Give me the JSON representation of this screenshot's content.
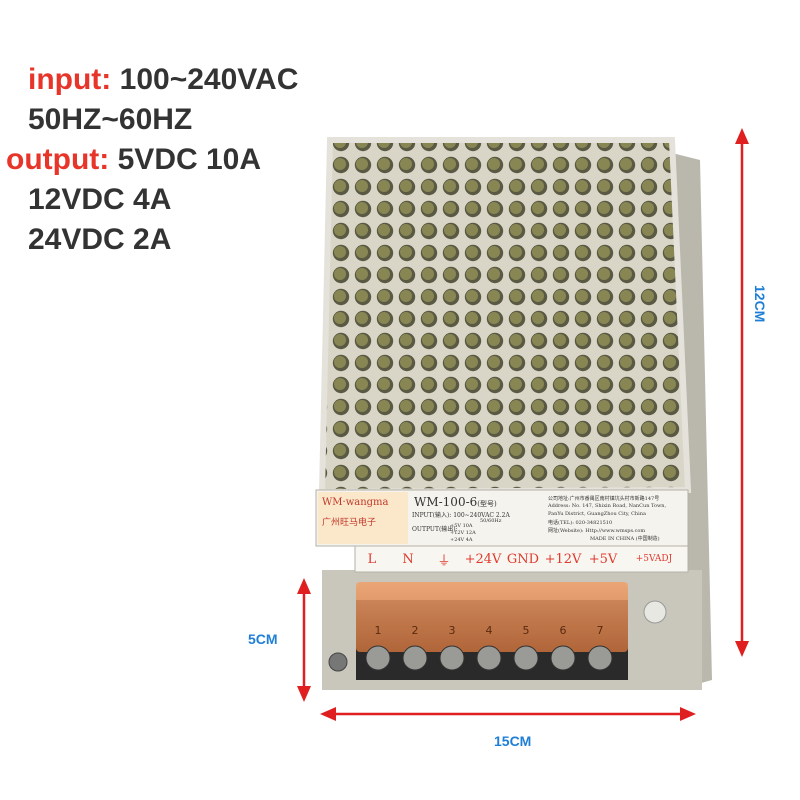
{
  "specs": {
    "input_key": "input:",
    "input_value": "100~240VAC",
    "frequency": "50HZ~60HZ",
    "output_key": "output:",
    "output_5v": "5VDC  10A",
    "output_12v": "12VDC  4A",
    "output_24v": "24VDC  2A"
  },
  "dimensions": {
    "height": "12CM",
    "depth": "5CM",
    "width": "15CM"
  },
  "label": {
    "brand": "WM·wangma",
    "brand_cn": "广州旺马电子",
    "model": "WM-100-6",
    "model_suffix": "(型号)",
    "input_line": "INPUT(输入): 100~240VAC 2.2A",
    "freq_line": "50/60Hz",
    "output_title": "OUTPUT(输出):",
    "output_rows": [
      "+5V   10A",
      "+12V   12A",
      "+24V   4A"
    ],
    "address_cn": "公司地址:广州市番禺区南村镇坑头村市新路147号",
    "address_en_1": "Address: No. 147, Shixin Road, NanCun Town,",
    "address_en_2": "PanYu District, GuangZhou City, China",
    "phone": "电话(TEL): 020-34821510",
    "website": "网址(Website): Http://www.wmsps.com",
    "made_in": "MADE IN CHINA (中国制造)"
  },
  "terminals": [
    "L",
    "N",
    "⏚",
    "+24V",
    "GND",
    "+12V",
    "+5V",
    "+5VADJ"
  ],
  "screw_numbers": [
    "1",
    "2",
    "3",
    "4",
    "5",
    "6",
    "7"
  ],
  "colors": {
    "accent_red": "#e8352a",
    "dimension_blue": "#1f7fd6",
    "text_dark": "#333333",
    "arrow_red": "#e02020"
  }
}
